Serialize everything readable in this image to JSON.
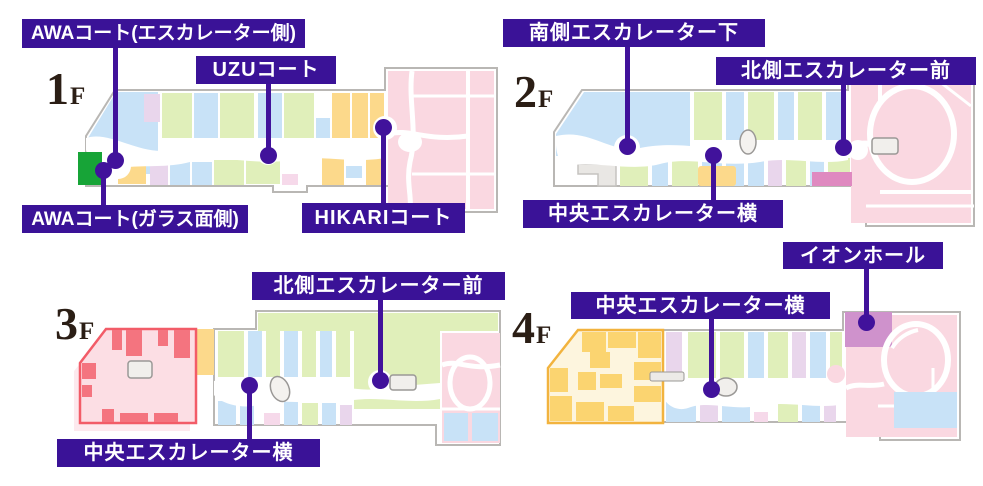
{
  "palette": {
    "label_bg": "#3a1297",
    "leader": "#41129b",
    "floor_num": "#2b1e15",
    "map_outline": "#b9b7b4",
    "blue": "#c8e2f7",
    "green": "#e0efba",
    "yellow": "#fcd98b",
    "pink": "#f6d9ea",
    "pink_big": "#fad8e1",
    "lavender": "#e9d6ec",
    "gray": "#e9e7e4",
    "gray_stroke": "#9a9896",
    "green_bright": "#17a437",
    "magenta": "#df89c0",
    "mauve": "#cf92cc",
    "red_border": "#f25c68",
    "red_block": "#f4747f",
    "pink_fill": "#fcdee4",
    "pink_shadow": "#fde9ee",
    "orange_border": "#f2b33e",
    "yellow_block": "#fbd470",
    "cream": "#fdf5de"
  },
  "floors": [
    {
      "number": "1",
      "suffix": "F",
      "labels": {
        "awa_escalator": "AWAコート(エスカレーター側)",
        "uzu": "UZUコート",
        "awa_glass": "AWAコート(ガラス面側)",
        "hikari": "HIKARIコート"
      }
    },
    {
      "number": "2",
      "suffix": "F",
      "labels": {
        "south_escalator_below": "南側エスカレーター下",
        "north_escalator_front": "北側エスカレーター前",
        "center_escalator_side": "中央エスカレーター横"
      }
    },
    {
      "number": "3",
      "suffix": "F",
      "labels": {
        "north_escalator_front": "北側エスカレーター前",
        "center_escalator_side": "中央エスカレーター横"
      }
    },
    {
      "number": "4",
      "suffix": "F",
      "labels": {
        "aeon_hall": "イオンホール",
        "center_escalator_side": "中央エスカレーター横"
      }
    }
  ]
}
